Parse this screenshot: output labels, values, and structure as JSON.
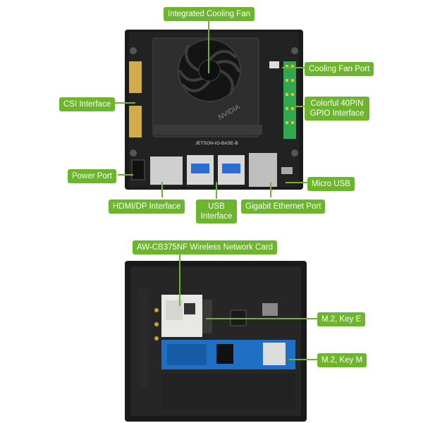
{
  "colors": {
    "label_bg": "#6cb52d",
    "board_dark": "#1b1b1b",
    "pcb": "#262626",
    "ssd_blue": "#1f6fc4",
    "wifi_card": "#e8e8e4",
    "gpio_green": "#2fa84f"
  },
  "top_board": {
    "silkscreen": "JETSON-IO-BASE-B",
    "labels": {
      "cooling_fan": "Integrated Cooling Fan",
      "cooling_fan_port": "Cooling Fan Port",
      "csi_interface": "CSI Interface",
      "gpio_line1": "Colorful 40PIN",
      "gpio_line2": "GPIO Interface",
      "power_port": "Power Port",
      "micro_usb": "Micro USB",
      "hdmi_dp": "HDMI/DP Interface",
      "usb_line1": "USB",
      "usb_line2": "Interface",
      "ethernet": "Gigabit Ethernet Port"
    }
  },
  "bottom_board": {
    "labels": {
      "wireless_card": "AW-CB375NF Wireless Network Card",
      "m2_key_e": "M.2, Key E",
      "m2_key_m": "M.2, Key M"
    }
  }
}
